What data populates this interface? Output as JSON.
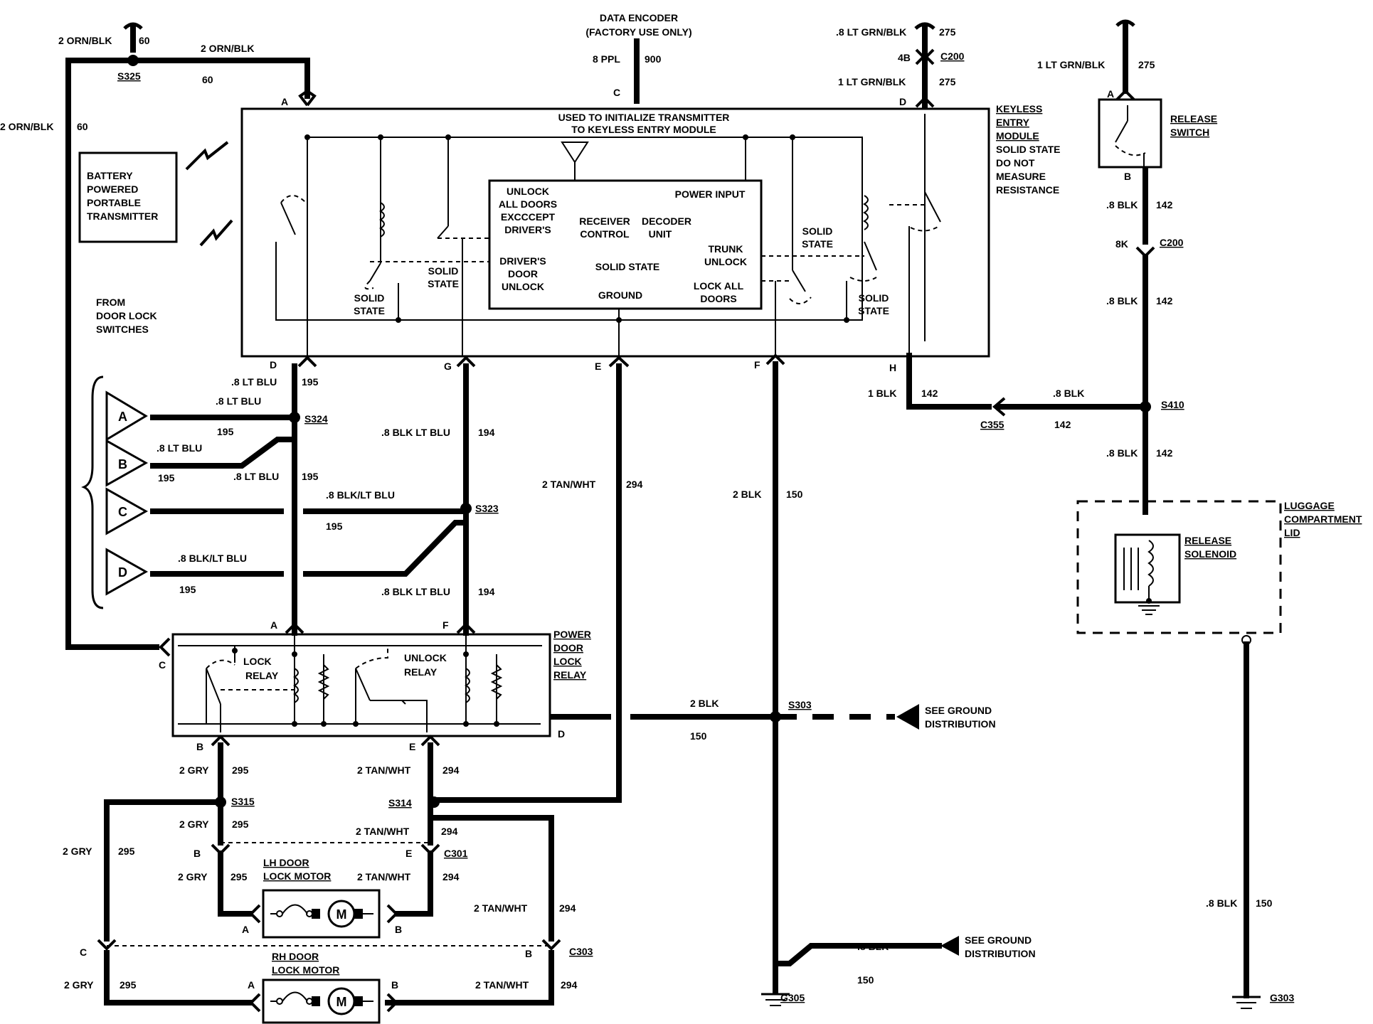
{
  "diagram": {
    "battery_transmitter": [
      "BATTERY",
      "POWERED",
      "PORTABLE",
      "TRANSMITTER"
    ],
    "from_door_lock_switches": [
      "FROM",
      "DOOR LOCK",
      "SWITCHES"
    ],
    "data_encoder": [
      "DATA ENCODER",
      "(FACTORY USE ONLY)"
    ],
    "keyless_entry_module": [
      "KEYLESS",
      "ENTRY",
      "MODULE"
    ],
    "solid_state_note": [
      "SOLID STATE",
      "DO NOT",
      "MEASURE",
      "RESISTANCE"
    ],
    "release_switch": [
      "RELEASE",
      "SWITCH"
    ],
    "luggage_lid": [
      "LUGGAGE",
      "COMPARTMENT",
      "LID"
    ],
    "release_solenoid": [
      "RELEASE",
      "SOLENOID"
    ],
    "power_door_lock_relay": [
      "POWER",
      "DOOR",
      "LOCK",
      "RELAY"
    ],
    "see_ground_distribution": [
      "SEE GROUND",
      "DISTRIBUTION"
    ],
    "lh_door_lock_motor": [
      "LH DOOR",
      "LOCK MOTOR"
    ],
    "rh_door_lock_motor": [
      "RH DOOR",
      "LOCK MOTOR"
    ],
    "motor_symbol": "M",
    "module_note": [
      "USED TO INITIALIZE TRANSMITTER",
      "TO KEYLESS ENTRY MODULE"
    ],
    "unlock_all_doors": [
      "UNLOCK",
      "ALL DOORS",
      "EXCCCEPT",
      "DRIVER'S"
    ],
    "drivers_door_unlock": [
      "DRIVER'S",
      "DOOR",
      "UNLOCK"
    ],
    "receiver_control": [
      "RECEIVER",
      "CONTROL"
    ],
    "decoder_unit": [
      "DECODER",
      "UNIT"
    ],
    "power_input": "POWER INPUT",
    "trunk_unlock": [
      "TRUNK",
      "UNLOCK"
    ],
    "lock_all_doors": [
      "LOCK ALL",
      "DOORS"
    ],
    "solid_state": [
      "SOLID",
      "STATE"
    ],
    "solid_state_one": "SOLID STATE",
    "ground": "GROUND",
    "lock_relay": [
      "LOCK",
      "RELAY"
    ],
    "unlock_relay": [
      "UNLOCK",
      "RELAY"
    ],
    "switch_inputs": [
      "A",
      "B",
      "C",
      "D"
    ],
    "wire_labels": {
      "orn_blk": "2 ORN/BLK",
      "c60": "60",
      "ppl": "8 PPL",
      "c900": "900",
      "lt_grn_blk_8": ".8 LT GRN/BLK",
      "lt_grn_blk_1": "1 LT GRN/BLK",
      "lt_grn_blk_1b": "1 LT GRN/BLK",
      "c275": "275",
      "c4b": "4B",
      "blk_8": ".8 BLK",
      "blk_1": "1 BLK",
      "c142": "142",
      "c8k": "8K",
      "lt_blu_8": ".8 LT BLU",
      "c195": "195",
      "blk_lt_blu_8": ".8 BLK/LT BLU",
      "blk_lt_blu_8b": ".8 BLK LT BLU",
      "c194": "194",
      "tan_wht_2": "2 TAN/WHT",
      "c294": "294",
      "blk_2": "2 BLK",
      "c150": "150",
      "gry_2": "2 GRY",
      "c295": "295"
    },
    "connectors": {
      "s325": "S325",
      "c200": "C200",
      "s410": "S410",
      "c355": "C355",
      "s324": "S324",
      "s323": "S323",
      "s303": "S303",
      "s315": "S315",
      "s314": "S314",
      "c301": "C301",
      "c303": "C303",
      "g305": "G305",
      "g303": "G303"
    },
    "pins": {
      "a": "A",
      "b": "B",
      "c": "C",
      "d": "D",
      "e": "E",
      "f": "F",
      "g": "G",
      "h": "H"
    }
  }
}
